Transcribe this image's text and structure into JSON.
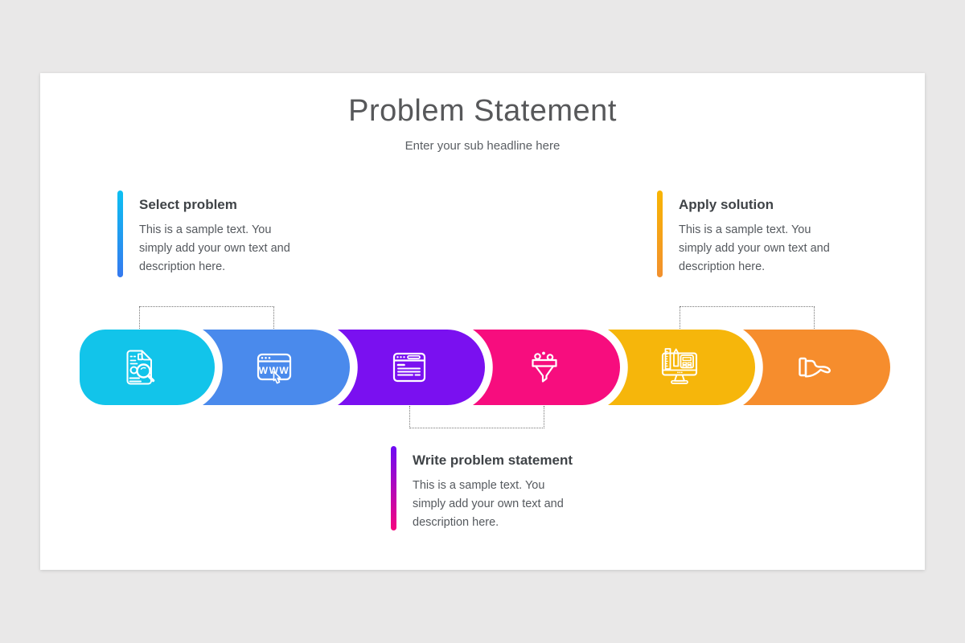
{
  "slide": {
    "title": "Problem Statement",
    "subtitle": "Enter your sub headline here"
  },
  "callouts": [
    {
      "heading": "Select problem",
      "body": "This is a sample text. You simply add your own text and description here.",
      "bar_colors": [
        "#0CC0F2",
        "#3579EF"
      ]
    },
    {
      "heading": "Apply solution",
      "body": "This is a sample text. You simply add your own text and description here.",
      "bar_colors": [
        "#F8B502",
        "#F2902E"
      ]
    },
    {
      "heading": "Write problem statement",
      "body": "This is a sample text. You simply add your own text and description here.",
      "bar_colors": [
        "#6D0BF5",
        "#F7057E"
      ]
    }
  ],
  "steps": [
    {
      "icon": "document-search-icon",
      "color": "#12C4EA"
    },
    {
      "icon": "www-browser-icon",
      "color": "#4A8AEC"
    },
    {
      "icon": "browser-content-icon",
      "color": "#7A10F0"
    },
    {
      "icon": "funnel-icon",
      "color": "#F70D7E"
    },
    {
      "icon": "design-monitor-icon",
      "color": "#F6B60B"
    },
    {
      "icon": "hand-offer-icon",
      "color": "#F68D2D"
    }
  ],
  "icon_text": {
    "www": "WWW"
  },
  "colors": {
    "background": "#E9E8E8",
    "slide": "#FFFFFF",
    "title_text": "#57585A",
    "heading_text": "#3F4347",
    "body_text": "#55595E",
    "connector_dotted": "#777777"
  }
}
